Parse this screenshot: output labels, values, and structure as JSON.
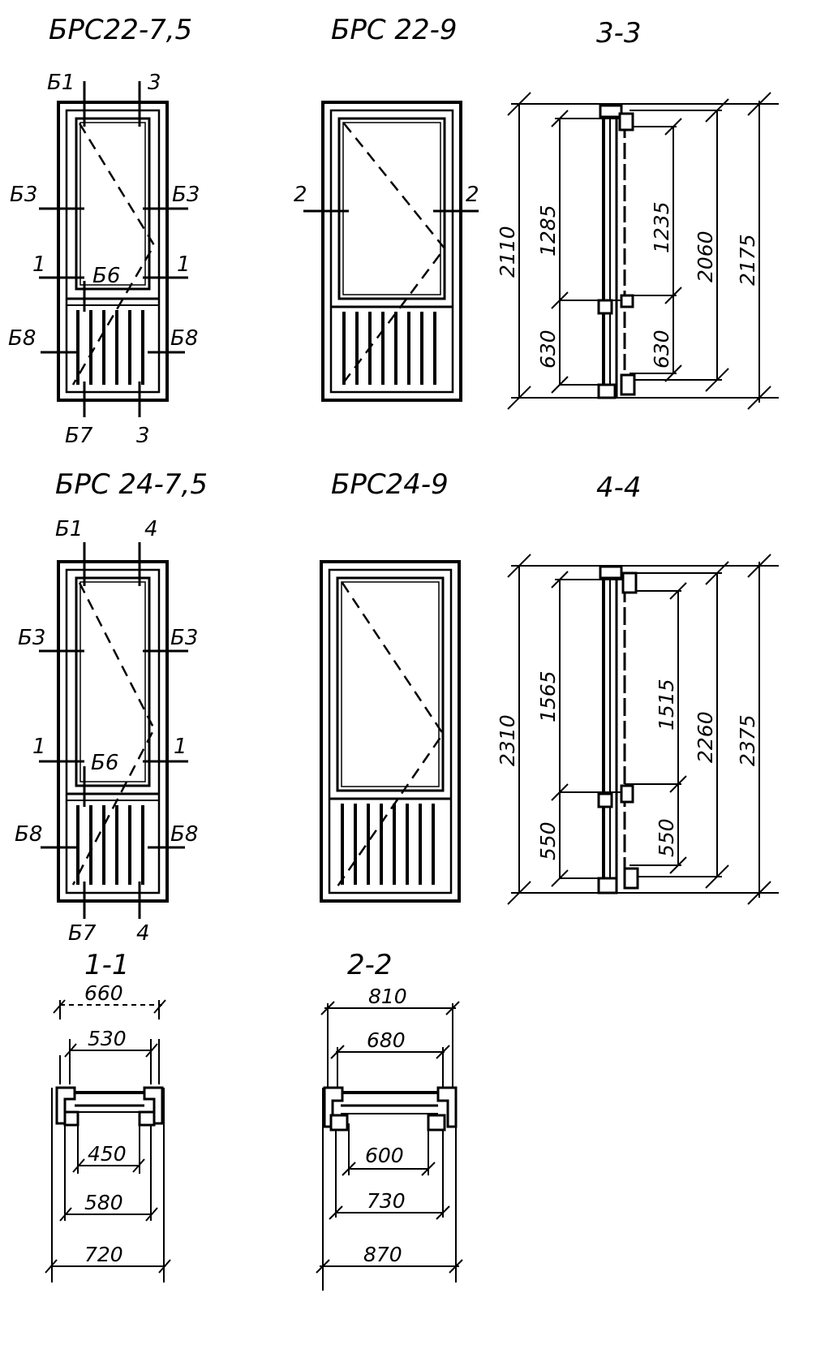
{
  "views": {
    "brs22_75": {
      "title": "БРС22-7,5",
      "labels": {
        "b1": "Б1",
        "s3a": "3",
        "b3l": "Б3",
        "b3r": "Б3",
        "s1l": "1",
        "s1r": "1",
        "b6": "Б6",
        "b8l": "Б8",
        "b8r": "Б8",
        "b7": "Б7",
        "s3b": "3"
      }
    },
    "brs22_9": {
      "title": "БРС 22-9",
      "labels": {
        "s2l": "2",
        "s2r": "2"
      }
    },
    "sec33": {
      "title": "3-3",
      "dims": {
        "d2110": "2110",
        "d1285": "1285",
        "d1235": "1235",
        "d2060": "2060",
        "d2175": "2175",
        "d630a": "630",
        "d630b": "630"
      }
    },
    "brs24_75": {
      "title": "БРС 24-7,5",
      "labels": {
        "b1": "Б1",
        "s4a": "4",
        "b3l": "Б3",
        "b3r": "Б3",
        "s1l": "1",
        "s1r": "1",
        "b6": "Б6",
        "b8l": "Б8",
        "b8r": "Б8",
        "b7": "Б7",
        "s4b": "4"
      }
    },
    "brs24_9": {
      "title": "БРС24-9"
    },
    "sec44": {
      "title": "4-4",
      "dims": {
        "d2310": "2310",
        "d1565": "1565",
        "d1515": "1515",
        "d2260": "2260",
        "d2375": "2375",
        "d550a": "550",
        "d550b": "550"
      }
    },
    "sec11": {
      "title": "1-1",
      "dims": {
        "d660": "660",
        "d530": "530",
        "d450": "450",
        "d580": "580",
        "d720": "720"
      }
    },
    "sec22": {
      "title": "2-2",
      "dims": {
        "d810": "810",
        "d680": "680",
        "d600": "600",
        "d730": "730",
        "d870": "870"
      }
    }
  }
}
